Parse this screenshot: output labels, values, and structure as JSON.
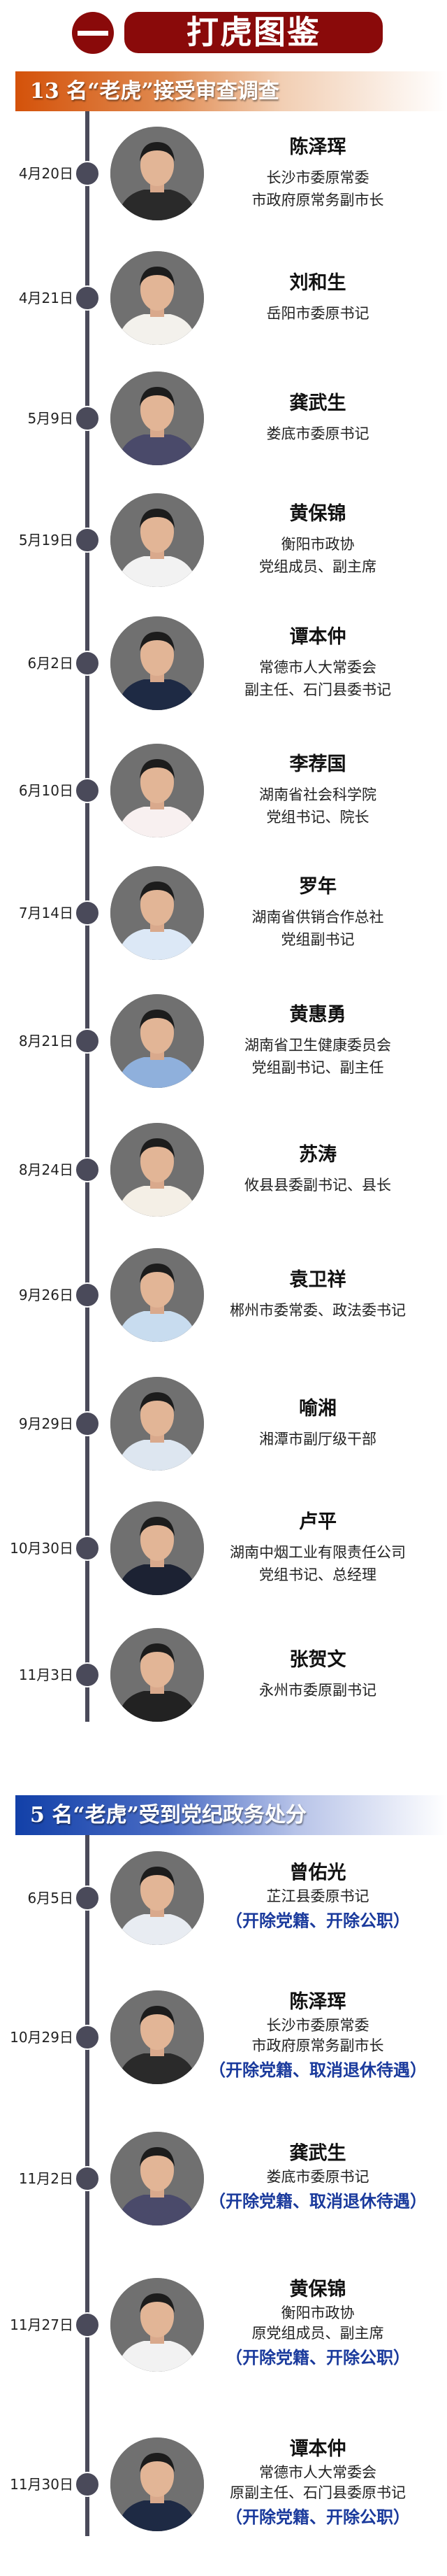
{
  "header": {
    "section_number": "一",
    "title": "打虎图鉴"
  },
  "section1": {
    "heading": "13 名“老虎”接受审查调查",
    "entries": [
      {
        "date": "4月20日",
        "name": "陈泽珲",
        "roles": [
          "长沙市委原常委",
          "市政府原常务副市长"
        ],
        "shirt": "#2a2a2a"
      },
      {
        "date": "4月21日",
        "name": "刘和生",
        "roles": [
          "岳阳市委原书记"
        ],
        "shirt": "#f3f1ec"
      },
      {
        "date": "5月9日",
        "name": "龚武生",
        "roles": [
          "娄底市委原书记"
        ],
        "shirt": "#4a4a6a"
      },
      {
        "date": "5月19日",
        "name": "黄保锦",
        "roles": [
          "衡阳市政协",
          "党组成员、副主席"
        ],
        "shirt": "#f2f2f2"
      },
      {
        "date": "6月2日",
        "name": "谭本仲",
        "roles": [
          "常德市人大常委会",
          "副主任、石门县委书记"
        ],
        "shirt": "#1e2a44"
      },
      {
        "date": "6月10日",
        "name": "李荐国",
        "roles": [
          "湖南省社会科学院",
          "党组书记、院长"
        ],
        "shirt": "#f8f0f0"
      },
      {
        "date": "7月14日",
        "name": "罗年",
        "roles": [
          "湖南省供销合作总社",
          "党组副书记"
        ],
        "shirt": "#dce8f6"
      },
      {
        "date": "8月21日",
        "name": "黄惠勇",
        "roles": [
          "湖南省卫生健康委员会",
          "党组副书记、副主任"
        ],
        "shirt": "#8fb0dc"
      },
      {
        "date": "8月24日",
        "name": "苏涛",
        "roles": [
          "攸县县委副书记、县长"
        ],
        "shirt": "#f4efe6"
      },
      {
        "date": "9月26日",
        "name": "袁卫祥",
        "roles": [
          "郴州市委常委、政法委书记"
        ],
        "shirt": "#c8dcef"
      },
      {
        "date": "9月29日",
        "name": "喻湘",
        "roles": [
          "湘潭市副厅级干部"
        ],
        "shirt": "#dde6f0"
      },
      {
        "date": "10月30日",
        "name": "卢平",
        "roles": [
          "湖南中烟工业有限责任公司",
          "党组书记、总经理"
        ],
        "shirt": "#1c2233"
      },
      {
        "date": "11月3日",
        "name": "张贺文",
        "roles": [
          "永州市委原副书记"
        ],
        "shirt": "#222222"
      }
    ]
  },
  "section2": {
    "heading": "5 名“老虎”受到党纪政务处分",
    "entries": [
      {
        "date": "6月5日",
        "name": "曾佑光",
        "roles": [
          "芷江县委原书记"
        ],
        "penalty": "（开除党籍、开除公职）",
        "shirt": "#e8ecf2"
      },
      {
        "date": "10月29日",
        "name": "陈泽珲",
        "roles": [
          "长沙市委原常委",
          "市政府原常务副市长"
        ],
        "penalty": "（开除党籍、取消退休待遇）",
        "shirt": "#2a2a2a"
      },
      {
        "date": "11月2日",
        "name": "龚武生",
        "roles": [
          "娄底市委原书记"
        ],
        "penalty": "（开除党籍、取消退休待遇）",
        "shirt": "#4a4a6a"
      },
      {
        "date": "11月27日",
        "name": "黄保锦",
        "roles": [
          "衡阳市政协",
          "原党组成员、副主席"
        ],
        "penalty": "（开除党籍、开除公职）",
        "shirt": "#f2f2f2"
      },
      {
        "date": "11月30日",
        "name": "谭本仲",
        "roles": [
          "常德市人大常委会",
          "原副主任、石门县委原书记"
        ],
        "penalty": "（开除党籍、开除公职）",
        "shirt": "#1e2a44"
      }
    ]
  },
  "colors": {
    "title_red": "#8a0a0a",
    "timeline": "#4a4a5a",
    "penalty_blue": "#1a3a9c"
  }
}
